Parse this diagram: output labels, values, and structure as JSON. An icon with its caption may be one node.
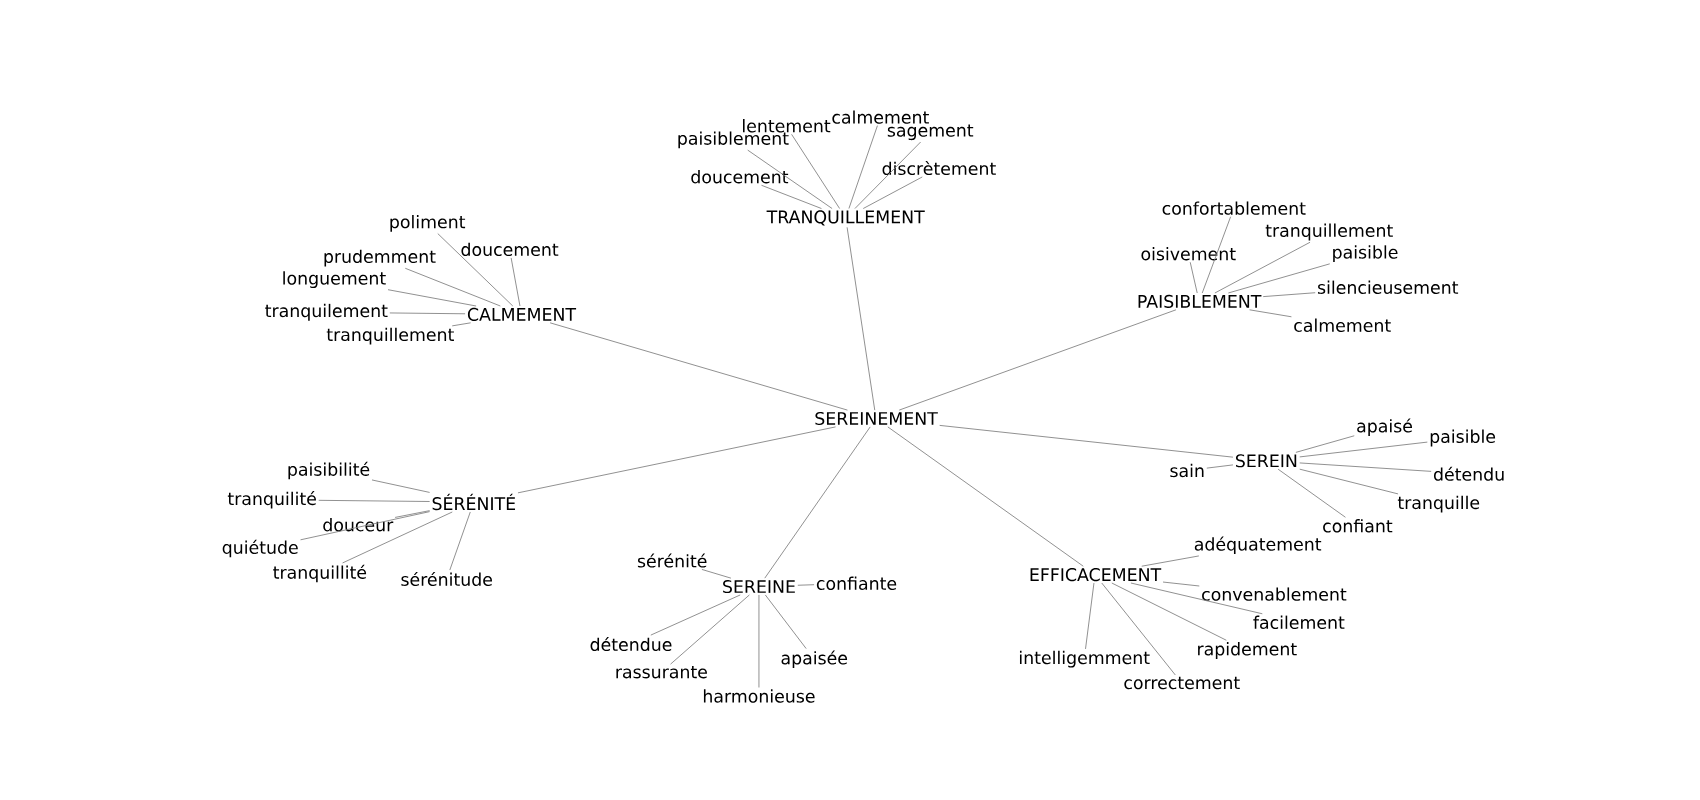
{
  "diagram": {
    "nodes": [
      {
        "text": [
          "SEREINEMENT"
        ]
      },
      {
        "text": [
          "TRANQUILLEMENT"
        ]
      },
      {
        "text": [
          "paisiblement"
        ]
      },
      {
        "text": [
          "lentement"
        ]
      },
      {
        "text": [
          "calmement"
        ]
      },
      {
        "text": [
          "sagement"
        ]
      },
      {
        "text": [
          "doucement"
        ]
      },
      {
        "text": [
          "discrètement"
        ]
      },
      {
        "text": [
          "PAISIBLEMENT"
        ]
      },
      {
        "text": [
          "confortablement"
        ]
      },
      {
        "text": [
          "tranquillement"
        ]
      },
      {
        "text": [
          "oisivement"
        ]
      },
      {
        "text": [
          "paisible"
        ]
      },
      {
        "text": [
          "silencieusement"
        ]
      },
      {
        "text": [
          "calmement"
        ]
      },
      {
        "text": [
          "CALMEMENT"
        ]
      },
      {
        "text": [
          "poliment"
        ]
      },
      {
        "text": [
          "doucement"
        ]
      },
      {
        "text": [
          "prudemment"
        ]
      },
      {
        "text": [
          "longuement"
        ]
      },
      {
        "text": [
          "tranquilement"
        ]
      },
      {
        "text": [
          "tranquillement"
        ]
      },
      {
        "text": [
          "SÉRÉNITÉ"
        ]
      },
      {
        "text": [
          "paisibilité"
        ]
      },
      {
        "text": [
          "tranquilité"
        ]
      },
      {
        "text": [
          "douceur"
        ]
      },
      {
        "text": [
          "quiétude"
        ]
      },
      {
        "text": [
          "tranquillité"
        ]
      },
      {
        "text": [
          "sérénitude"
        ]
      },
      {
        "text": [
          "SEREINE"
        ]
      },
      {
        "text": [
          "sérénité"
        ]
      },
      {
        "text": [
          "confiante"
        ]
      },
      {
        "text": [
          "détendue"
        ]
      },
      {
        "text": [
          "rassurante"
        ]
      },
      {
        "text": [
          "harmonieuse"
        ]
      },
      {
        "text": [
          "apaisée"
        ]
      },
      {
        "text": [
          "EFFICACEMENT"
        ]
      },
      {
        "text": [
          "adéquatement"
        ]
      },
      {
        "text": [
          "convenablement"
        ]
      },
      {
        "text": [
          "facilement"
        ]
      },
      {
        "text": [
          "intelligemment"
        ]
      },
      {
        "text": [
          "rapidement"
        ]
      },
      {
        "text": [
          "correctement"
        ]
      },
      {
        "text": [
          "SEREIN"
        ]
      },
      {
        "text": [
          "sain"
        ]
      },
      {
        "text": [
          "apaisé"
        ]
      },
      {
        "text": [
          "paisible"
        ]
      },
      {
        "text": [
          "détendu"
        ]
      },
      {
        "text": [
          "tranquille"
        ]
      },
      {
        "text": [
          "confiant"
        ]
      }
    ],
    "edges": [
      {
        "from": 0,
        "to": 1,
        "arrow": "none"
      },
      {
        "from": 0,
        "to": 8,
        "arrow": "none"
      },
      {
        "from": 0,
        "to": 15,
        "arrow": "none"
      },
      {
        "from": 0,
        "to": 22,
        "arrow": "none"
      },
      {
        "from": 0,
        "to": 29,
        "arrow": "none"
      },
      {
        "from": 0,
        "to": 36,
        "arrow": "none"
      },
      {
        "from": 0,
        "to": 43,
        "arrow": "none"
      },
      {
        "from": 1,
        "to": 2,
        "arrow": "none"
      },
      {
        "from": 1,
        "to": 3,
        "arrow": "none"
      },
      {
        "from": 1,
        "to": 4,
        "arrow": "none"
      },
      {
        "from": 1,
        "to": 5,
        "arrow": "none"
      },
      {
        "from": 1,
        "to": 6,
        "arrow": "none"
      },
      {
        "from": 1,
        "to": 7,
        "arrow": "none"
      },
      {
        "from": 8,
        "to": 9,
        "arrow": "none"
      },
      {
        "from": 8,
        "to": 10,
        "arrow": "none"
      },
      {
        "from": 8,
        "to": 11,
        "arrow": "none"
      },
      {
        "from": 8,
        "to": 12,
        "arrow": "none"
      },
      {
        "from": 8,
        "to": 13,
        "arrow": "none"
      },
      {
        "from": 8,
        "to": 14,
        "arrow": "none"
      },
      {
        "from": 15,
        "to": 16,
        "arrow": "none"
      },
      {
        "from": 15,
        "to": 17,
        "arrow": "none"
      },
      {
        "from": 15,
        "to": 18,
        "arrow": "none"
      },
      {
        "from": 15,
        "to": 19,
        "arrow": "none"
      },
      {
        "from": 15,
        "to": 20,
        "arrow": "none"
      },
      {
        "from": 15,
        "to": 21,
        "arrow": "none"
      },
      {
        "from": 22,
        "to": 23,
        "arrow": "none"
      },
      {
        "from": 22,
        "to": 24,
        "arrow": "none"
      },
      {
        "from": 22,
        "to": 25,
        "arrow": "none"
      },
      {
        "from": 22,
        "to": 26,
        "arrow": "none"
      },
      {
        "from": 22,
        "to": 27,
        "arrow": "none"
      },
      {
        "from": 22,
        "to": 28,
        "arrow": "none"
      },
      {
        "from": 29,
        "to": 30,
        "arrow": "none"
      },
      {
        "from": 29,
        "to": 31,
        "arrow": "none"
      },
      {
        "from": 29,
        "to": 32,
        "arrow": "none"
      },
      {
        "from": 29,
        "to": 33,
        "arrow": "none"
      },
      {
        "from": 29,
        "to": 34,
        "arrow": "none"
      },
      {
        "from": 29,
        "to": 35,
        "arrow": "none"
      },
      {
        "from": 36,
        "to": 37,
        "arrow": "none"
      },
      {
        "from": 36,
        "to": 38,
        "arrow": "none"
      },
      {
        "from": 36,
        "to": 39,
        "arrow": "none"
      },
      {
        "from": 36,
        "to": 40,
        "arrow": "none"
      },
      {
        "from": 36,
        "to": 41,
        "arrow": "none"
      },
      {
        "from": 36,
        "to": 42,
        "arrow": "none"
      },
      {
        "from": 43,
        "to": 44,
        "arrow": "none"
      },
      {
        "from": 43,
        "to": 45,
        "arrow": "none"
      },
      {
        "from": 43,
        "to": 46,
        "arrow": "none"
      },
      {
        "from": 43,
        "to": 47,
        "arrow": "none"
      },
      {
        "from": 43,
        "to": 48,
        "arrow": "none"
      },
      {
        "from": 43,
        "to": 49,
        "arrow": "none"
      }
    ]
  }
}
